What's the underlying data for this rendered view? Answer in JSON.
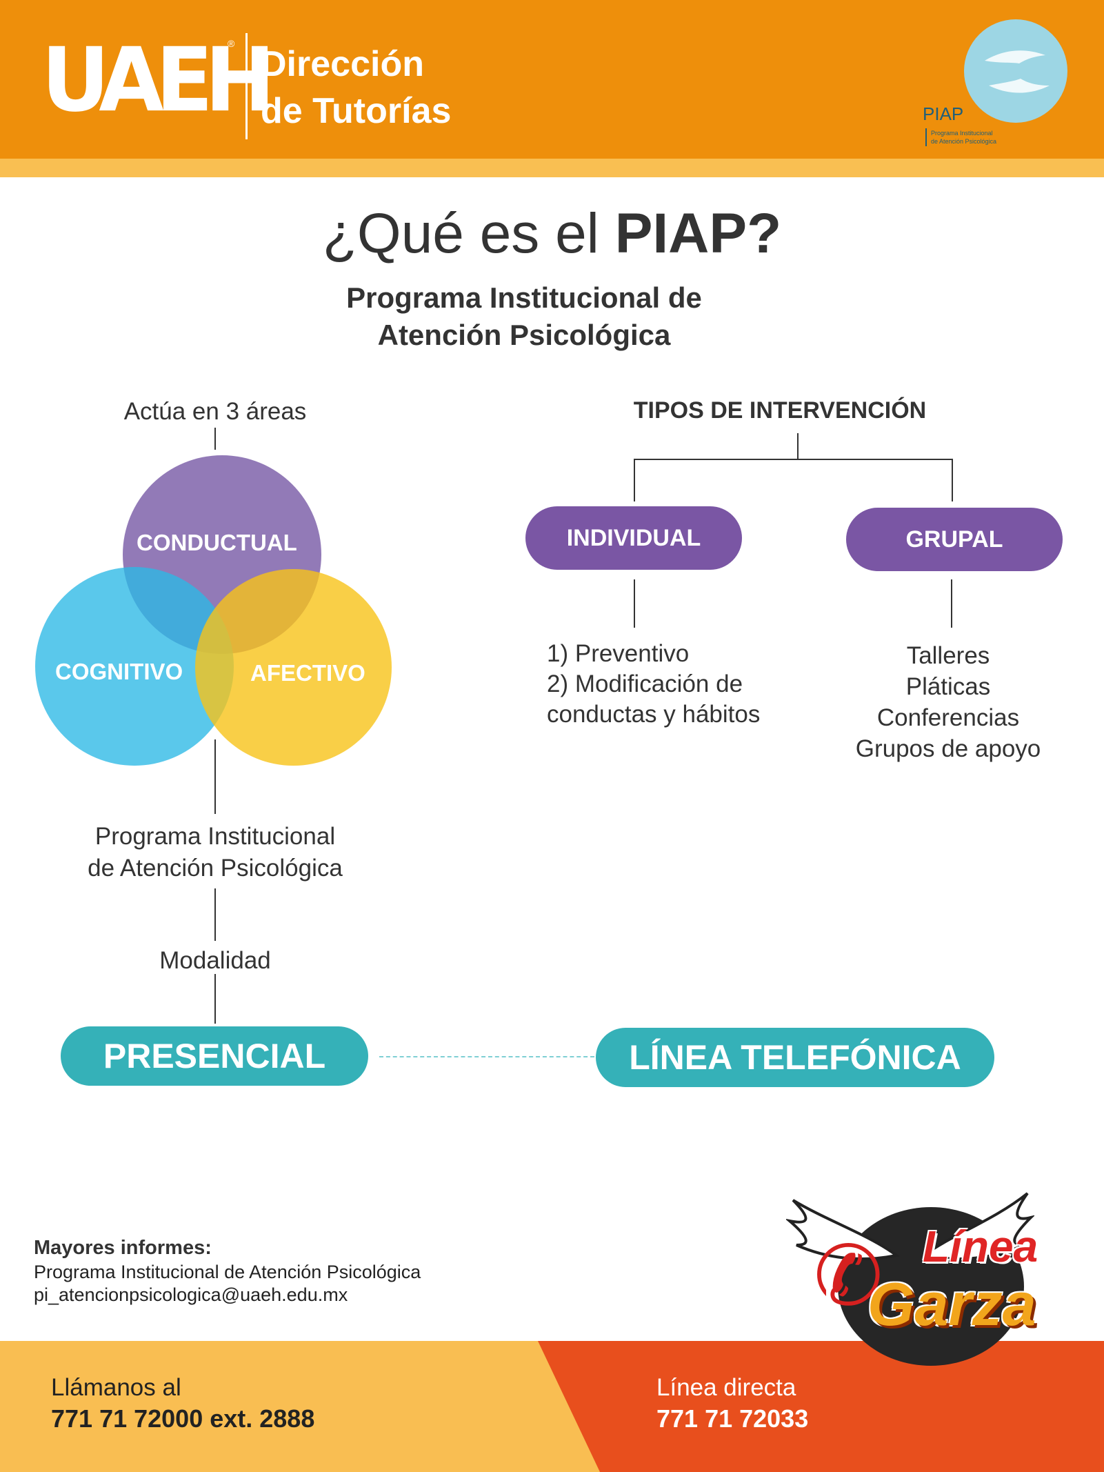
{
  "header": {
    "logo_text": "UAEH",
    "logo_mark": "®",
    "title_line1": "Dirección",
    "title_line2": "de Tutorías",
    "piap_logo": {
      "label": "PIAP",
      "sub_line1": "Programa Institucional",
      "sub_line2": "de Atención Psicológica",
      "icon": "hands-icon"
    }
  },
  "title": {
    "prefix": "¿Qué es el ",
    "bold": "PIAP?",
    "subtitle_line1": "Programa Institucional de",
    "subtitle_line2": "Atención Psicológica"
  },
  "left": {
    "areas_label": "Actúa en 3 áreas",
    "circles": [
      {
        "label": "CONDUCTUAL",
        "color": "#8368ad"
      },
      {
        "label": "COGNITIVO",
        "color": "#2cb9e5"
      },
      {
        "label": "AFECTIVO",
        "color": "#f8c319"
      }
    ],
    "program_line1": "Programa Institucional",
    "program_line2": "de Atención Psicológica",
    "modality_label": "Modalidad",
    "modes": [
      "PRESENCIAL",
      "LÍNEA TELEFÓNICA"
    ]
  },
  "right": {
    "title": "TIPOS DE INTERVENCIÓN",
    "types": [
      "INDIVIDUAL",
      "GRUPAL"
    ],
    "individual_items": [
      "1) Preventivo",
      "2) Modificación de",
      "conductas y hábitos"
    ],
    "grupal_items": [
      "Talleres",
      "Pláticas",
      "Conferencias",
      "Grupos de apoyo"
    ]
  },
  "info": {
    "heading": "Mayores informes:",
    "program": "Programa Institucional de Atención Psicológica",
    "email": "pi_atencionpsicologica@uaeh.edu.mx"
  },
  "linea_garza": {
    "line1": "Línea",
    "line2": "Garza",
    "icon": "phone-icon"
  },
  "footer": {
    "call_label": "Llámanos al",
    "call_number": "771 71 72000 ext. 2888",
    "direct_label": "Línea directa",
    "direct_number": "771 71 72033"
  },
  "colors": {
    "orange": "#ee8f0b",
    "light_orange": "#f9be52",
    "red_orange": "#e84f1d",
    "purple": "#7a56a4",
    "teal": "#35b1b8"
  }
}
